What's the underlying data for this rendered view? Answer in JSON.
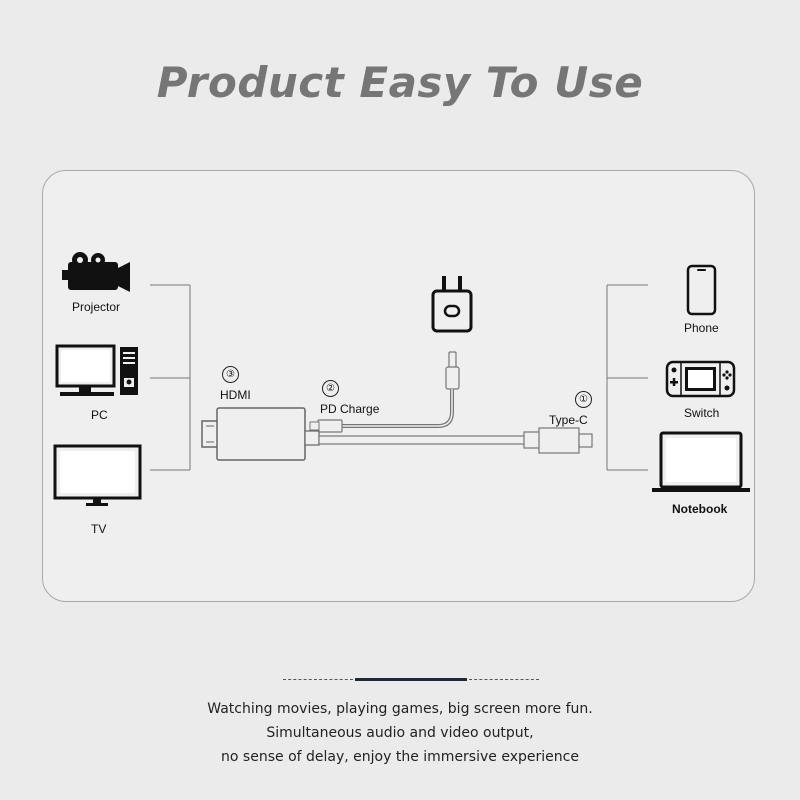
{
  "title": "Product Easy To Use",
  "devices_left": [
    {
      "label": "Projector",
      "icon": "video-camera-icon"
    },
    {
      "label": "PC",
      "icon": "desktop-pc-icon"
    },
    {
      "label": "TV",
      "icon": "tv-icon"
    }
  ],
  "devices_right": [
    {
      "label": "Phone",
      "icon": "phone-icon"
    },
    {
      "label": "Switch",
      "icon": "game-console-icon"
    },
    {
      "label": "Notebook",
      "icon": "laptop-icon"
    }
  ],
  "ports": [
    {
      "number": "③",
      "label": "HDMI"
    },
    {
      "number": "②",
      "label": "PD Charge"
    },
    {
      "number": "①",
      "label": "Type-C"
    }
  ],
  "charger_icon": "wall-charger-icon",
  "captions": [
    "Watching movies, playing games, big screen more fun.",
    "Simultaneous audio and video output,",
    "no sense of delay, enjoy the immersive experience"
  ]
}
